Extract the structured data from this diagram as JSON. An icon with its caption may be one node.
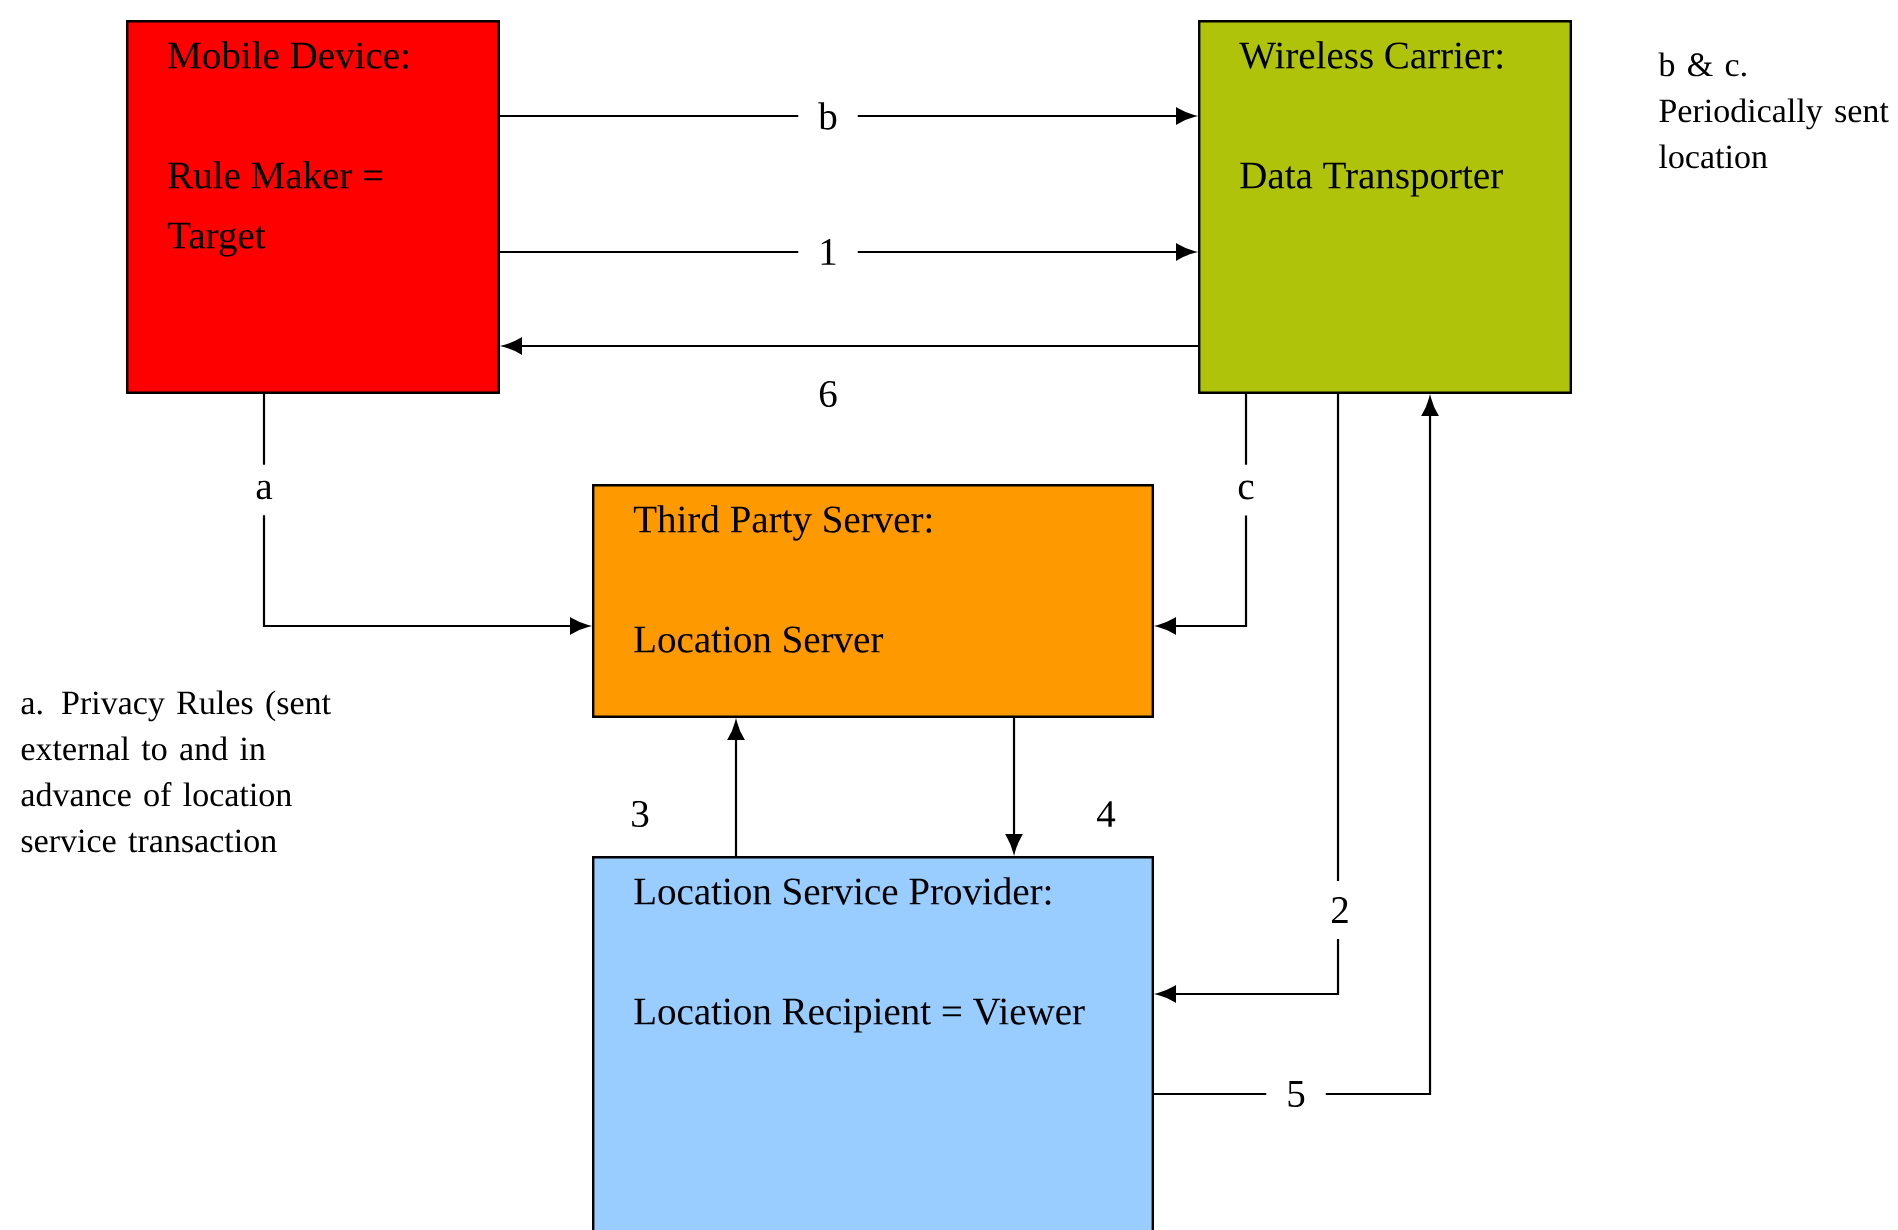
{
  "diagram": {
    "nodes": [
      {
        "text": [
          "Mobile Device:",
          "Rule Maker = Target"
        ]
      },
      {
        "text": [
          "Wireless Carrier:",
          "Data Transporter"
        ]
      },
      {
        "text": [
          "Third Party Server:",
          "Location Server"
        ]
      },
      {
        "text": [
          "Location Service Provider:",
          "Location Recipient = Viewer"
        ]
      }
    ],
    "edges": [
      {
        "from": 0,
        "to": 1,
        "arrow": "to",
        "label": "b"
      },
      {
        "from": 0,
        "to": 1,
        "arrow": "to",
        "label": "1"
      },
      {
        "from": 1,
        "to": 0,
        "arrow": "to",
        "label": "6"
      },
      {
        "from": 0,
        "to": 2,
        "arrow": "to",
        "label": "a"
      },
      {
        "from": 1,
        "to": 2,
        "arrow": "to",
        "label": "c"
      },
      {
        "from": 3,
        "to": 2,
        "arrow": "to",
        "label": "3"
      },
      {
        "from": 2,
        "to": 3,
        "arrow": "to",
        "label": "4"
      },
      {
        "from": 1,
        "to": 3,
        "arrow": "to",
        "label": "2"
      },
      {
        "from": 3,
        "to": 1,
        "arrow": "to",
        "label": "5"
      }
    ],
    "labels": [
      "b & c. Periodically sent location",
      "a. Privacy Rules (sent external to and in advance of location service transaction"
    ]
  }
}
